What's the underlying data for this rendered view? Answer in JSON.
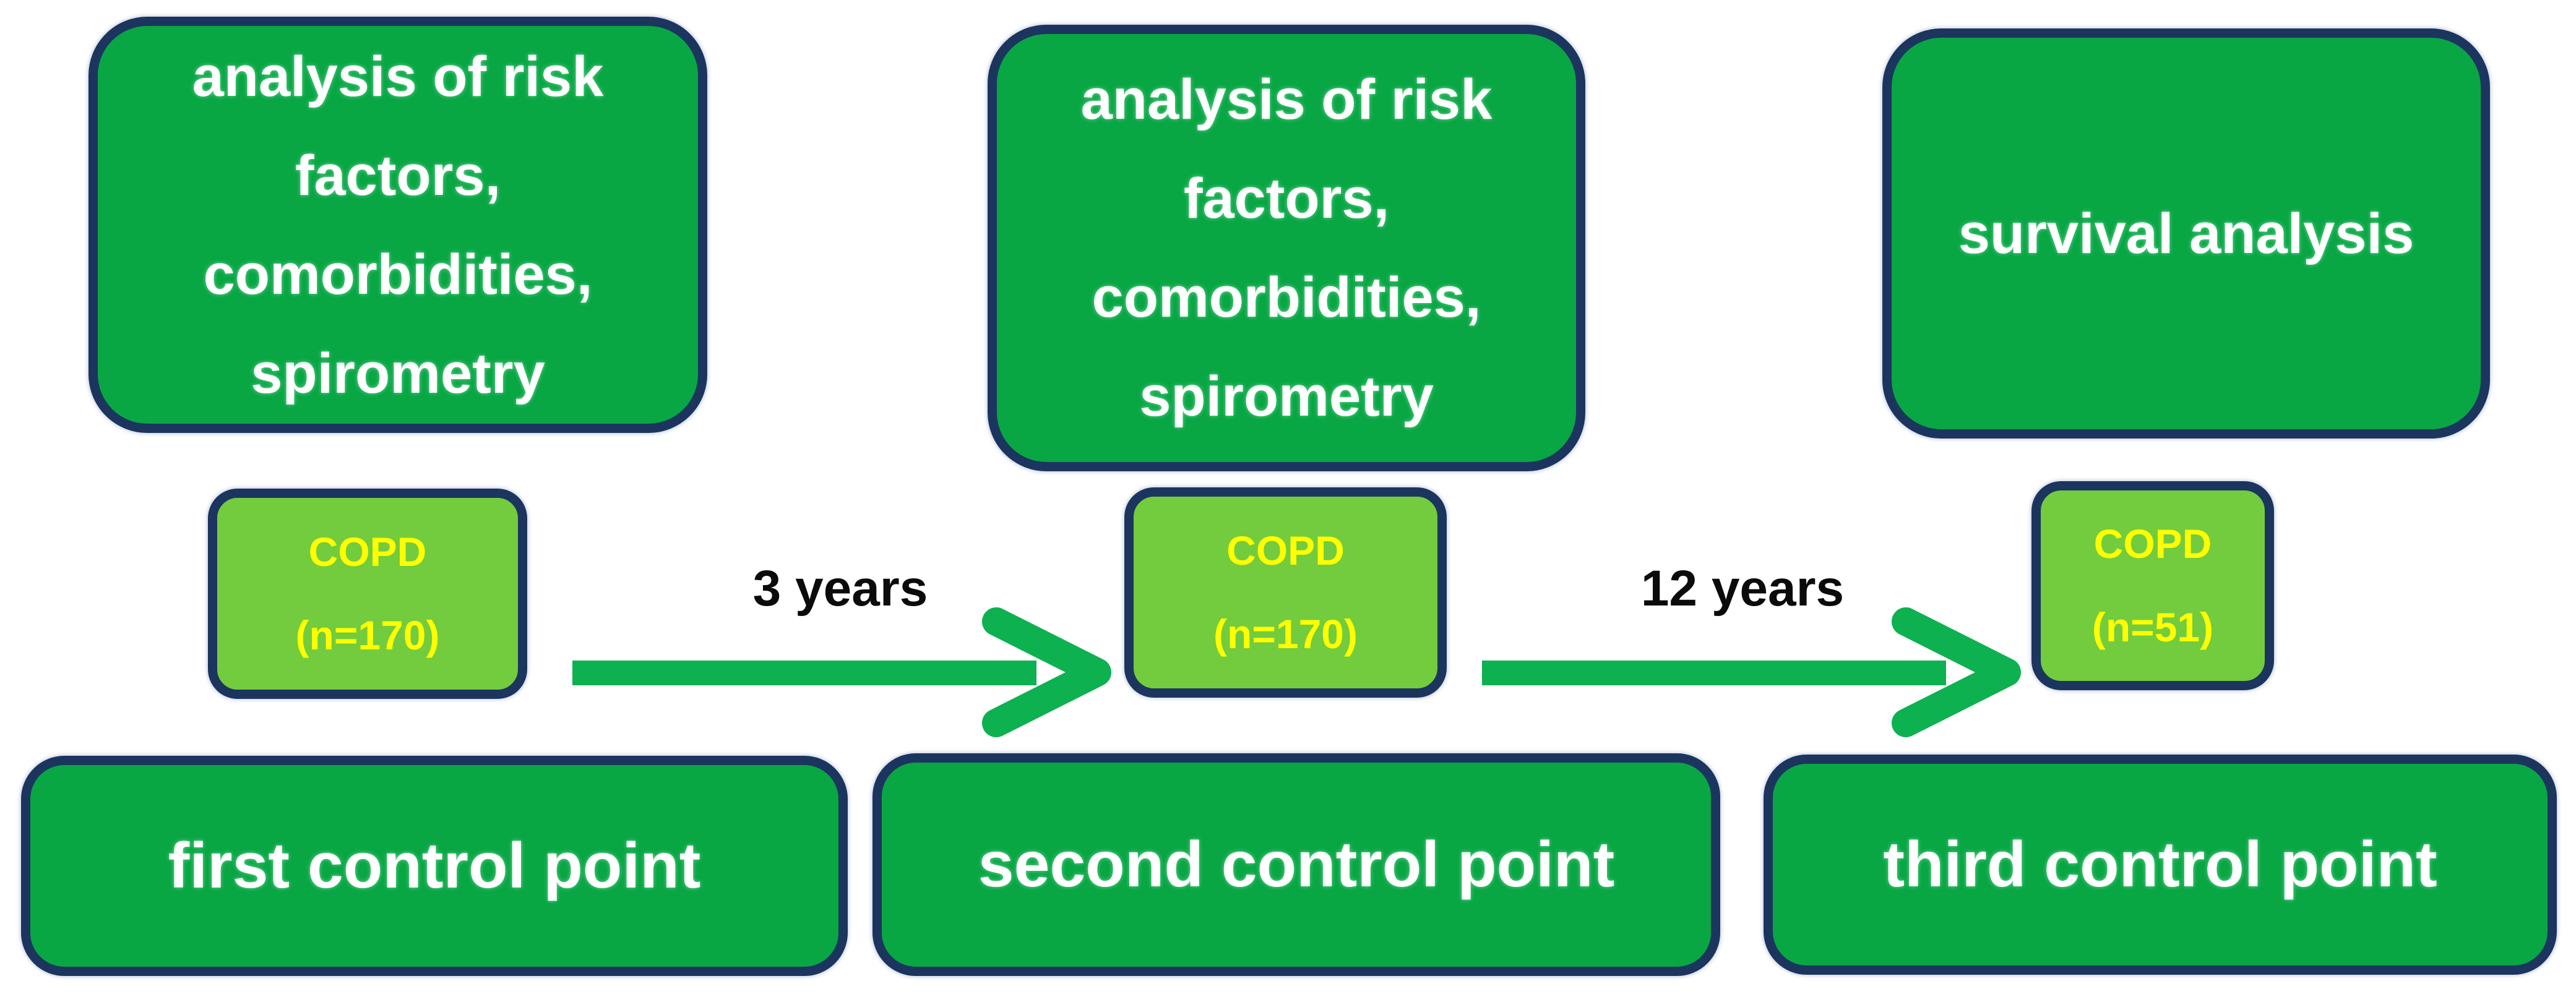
{
  "palette": {
    "box_green": "#09a644",
    "light_green": "#72cc3e",
    "border_navy": "#1c355e",
    "arrow_green": "#0db150",
    "text_white": "#ffffff",
    "text_yellow": "#ffff00",
    "text_black": "#0b0b0b",
    "background": "#ffffff"
  },
  "top_boxes": [
    {
      "lines": [
        "analysis of risk",
        "factors,",
        "comorbidities,",
        "spirometry"
      ]
    },
    {
      "lines": [
        "analysis of risk",
        "factors,",
        "comorbidities,",
        "spirometry"
      ]
    },
    {
      "lines": [
        "survival analysis"
      ]
    }
  ],
  "cohort_boxes": [
    {
      "line1": "COPD",
      "line2": "(n=170)"
    },
    {
      "line1": "COPD",
      "line2": "(n=170)"
    },
    {
      "line1": "COPD",
      "line2": "(n=51)"
    }
  ],
  "arrows": [
    {
      "label": "3 years"
    },
    {
      "label": "12 years"
    }
  ],
  "bottom_boxes": [
    {
      "label": "first control point"
    },
    {
      "label": "second control point"
    },
    {
      "label": "third control point"
    }
  ]
}
